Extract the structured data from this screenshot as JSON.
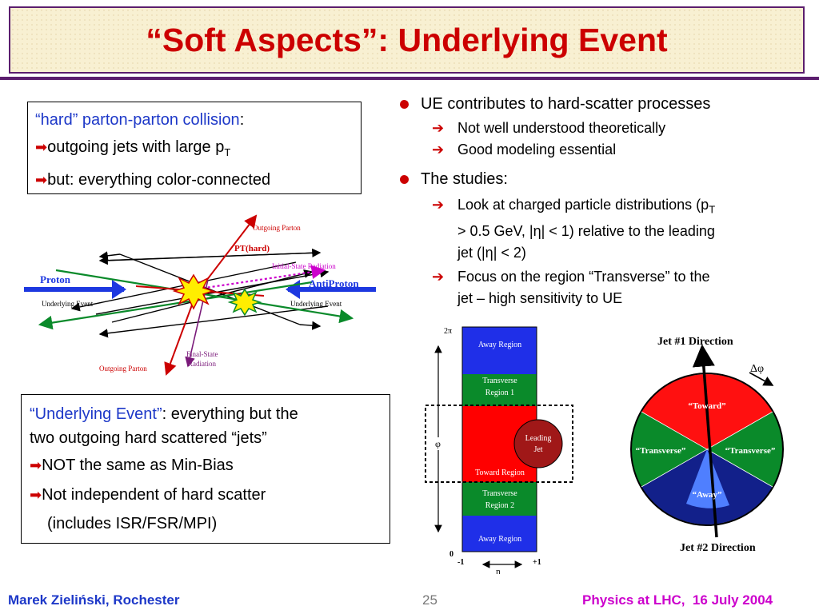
{
  "title": "“Soft Aspects”: Underlying Event",
  "box1": {
    "line1_blue": "“hard” parton-parton collision",
    "line1_end": ":",
    "line2_text": "outgoing jets with large p",
    "line2_sub": "T",
    "line3_text": "but: everything color-connected"
  },
  "box2": {
    "line1_blue": "“Underlying Event”",
    "line1_rest": ": everything but the",
    "line2": "two outgoing hard scattered “jets”",
    "line3": "NOT the same as Min-Bias",
    "line4": "Not independent of hard scatter",
    "line5": "(includes ISR/FSR/MPI)"
  },
  "bullets": {
    "b1": "UE contributes to hard-scatter processes",
    "b1_sub1": "Not well understood theoretically",
    "b1_sub2": "Good modeling essential",
    "b2": "The studies:",
    "b2_sub1_a": "Look at charged particle distributions (p",
    "b2_sub1_sub": "T",
    "b2_sub1_b": "> 0.5 GeV, |η| < 1) relative to the leading",
    "b2_sub1_c": "jet (|η| < 2)",
    "b2_sub2_a": "Focus on the region “Transverse” to the",
    "b2_sub2_b": "jet – high sensitivity to UE"
  },
  "collision": {
    "outgoing_parton_top": "Outgoing Parton",
    "pt_hard": "PT(hard)",
    "isr": "Initial-State Radiation",
    "proton": "Proton",
    "antiproton": "AntiProton",
    "ue_left": "Underlying Event",
    "ue_right": "Underlying Event",
    "fsr_line1": "Final-State",
    "fsr_line2": "Radiation",
    "outgoing_parton_bottom": "Outgoing Parton"
  },
  "eta_phi": {
    "two_pi": "2π",
    "phi": "φ",
    "zero": "0",
    "minus1": "-1",
    "plus1": "+1",
    "eta": "η",
    "away_top": "Away Region",
    "transverse1_a": "Transverse",
    "transverse1_b": "Region 1",
    "leading_a": "Leading",
    "leading_b": "Jet",
    "toward": "Toward Region",
    "transverse2_a": "Transverse",
    "transverse2_b": "Region 2",
    "away_bottom": "Away Region",
    "colors": {
      "away": "#1f2fe8",
      "transverse": "#0a8a2a",
      "toward": "#ff0000",
      "leading": "#a01818"
    }
  },
  "circle": {
    "jet1": "Jet #1 Direction",
    "dphi": "Δφ",
    "toward": "“Toward”",
    "transverse_left": "“Transverse”",
    "transverse_right": "“Transverse”",
    "away": "“Away”",
    "jet2": "Jet #2 Direction"
  },
  "footer": {
    "left": "Marek Zieliński, Rochester",
    "page": "25",
    "right": "Physics at LHC,  16 July 2004"
  }
}
